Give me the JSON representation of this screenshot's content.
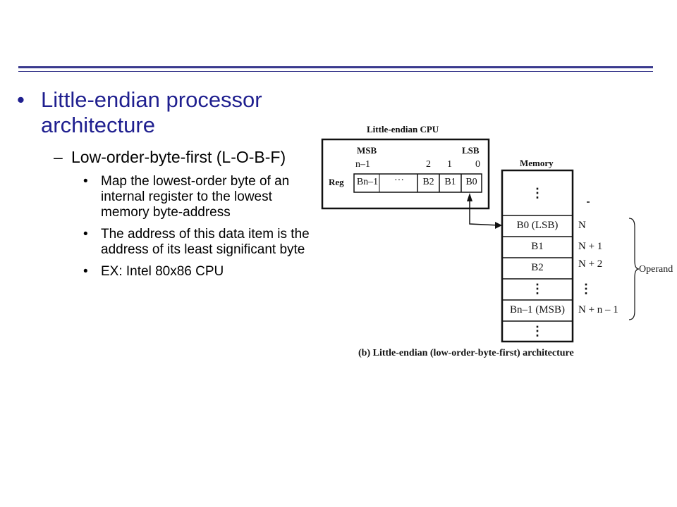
{
  "slide": {
    "bullet1": "Little-endian processor architecture",
    "sub1": "Low-order-byte-first (L-O-B-F)",
    "sub_bullets": [
      "Map the lowest-order byte of an internal register to the lowest memory byte-address",
      "The address of this data item is the address of its least significant byte",
      "EX: Intel 80x86 CPU"
    ],
    "bullet_char": "•",
    "dash_char": "–"
  },
  "diagram": {
    "cpu_title": "Little-endian CPU",
    "msb": "MSB",
    "lsb": "LSB",
    "bit_n1": "n–1",
    "bit_2": "2",
    "bit_1": "1",
    "bit_0": "0",
    "reg_label": "Reg",
    "reg_cells": [
      "Bn–1",
      "···",
      "B2",
      "B1",
      "B0"
    ],
    "memory_title": "Memory",
    "memory_cells": [
      "⋮",
      "B0 (LSB)",
      "B1",
      "B2",
      "⋮",
      "Bn–1 (MSB)",
      "⋮"
    ],
    "addr_labels": [
      "N",
      "N + 1",
      "N + 2",
      "⋮",
      "N + n – 1"
    ],
    "operand_label": "Operand",
    "caption": "(b) Little-endian (low-order-byte-first) architecture"
  }
}
